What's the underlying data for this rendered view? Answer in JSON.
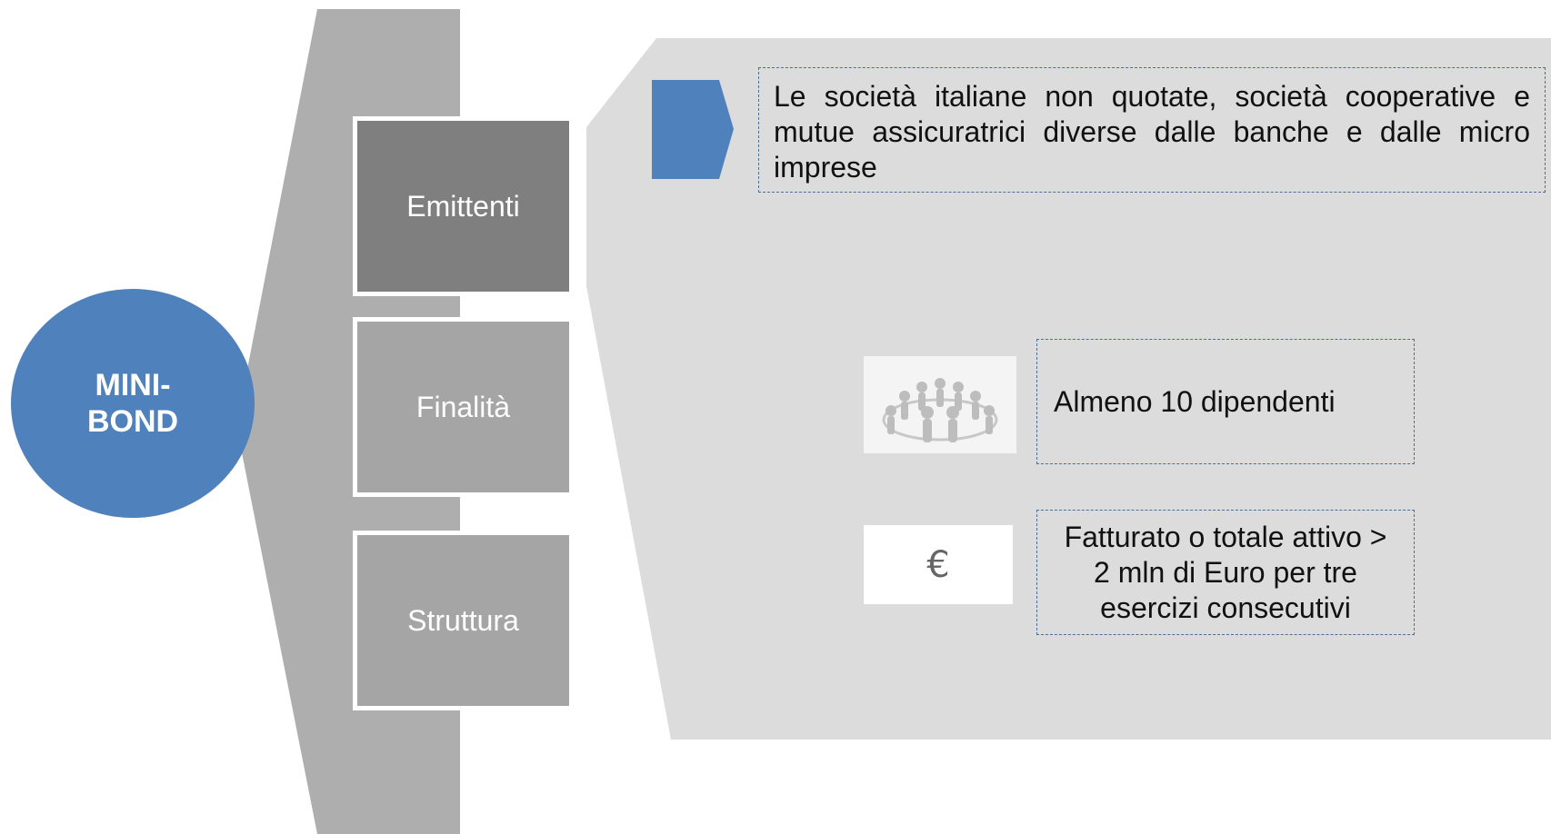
{
  "central": {
    "label": "MINI-BOND"
  },
  "categories": [
    {
      "label": "Emittenti",
      "active": true
    },
    {
      "label": "Finalità",
      "active": false
    },
    {
      "label": "Struttura",
      "active": false
    }
  ],
  "details": {
    "main_text": "Le società italiane non quotate, società cooperative e mutue assicuratrici diverse dalle banche e dalle micro imprese",
    "criteria": [
      {
        "icon": "people-circle-icon",
        "text": "Almeno 10 dipendenti"
      },
      {
        "icon": "euro-icon",
        "symbol": "€",
        "text": "Fatturato o totale attivo > 2 mln di Euro per tre esercizi consecutivi"
      }
    ]
  },
  "colors": {
    "accent_blue": "#4f81bd",
    "active_box": "#7f7f7f",
    "inactive_box": "#a5a5a5",
    "panel_gray": "#dcdcdc",
    "band_gray": "#aeaeae"
  }
}
